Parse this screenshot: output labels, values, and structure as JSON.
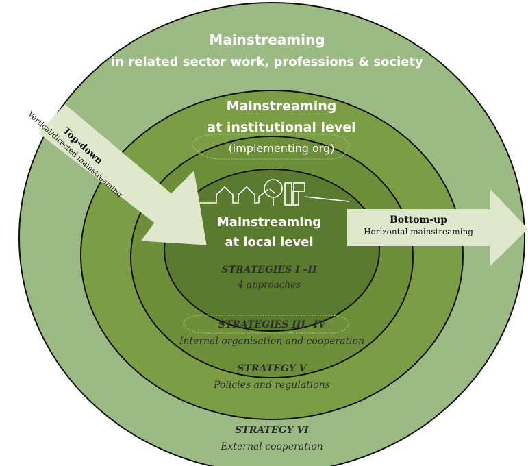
{
  "outer_ring": {
    "title_line1": "Mainstreaming",
    "title_line2": "in related sector work, professions & society",
    "strategy": "STRATEGY VI",
    "strategy_desc": "External cooperation"
  },
  "institutional_ring": {
    "title_line1": "Mainstreaming",
    "title_line2": "at institutional level",
    "subtitle": "(implementing org)",
    "strategy_a": "STRATEGIES III –IV",
    "strategy_a_desc": "Internal organisation and cooperation",
    "strategy_b": "STRATEGY V",
    "strategy_b_desc": "Policies and regulations"
  },
  "local_core": {
    "title_line1": "Mainstreaming",
    "title_line2": "at local level",
    "strategy": "STRATEGIES I –II",
    "strategy_desc": "4 approaches"
  },
  "top_down_arrow": {
    "title": "Top-down",
    "subtitle": "Vertical/directed mainstreaming"
  },
  "bottom_up_arrow": {
    "title": "Bottom-up",
    "subtitle": "Horizontal mainstreaming"
  },
  "colors": {
    "outer_ring": "#9cbb84",
    "institutional_ring": "#7a9d45",
    "middle_ring": "#6e8f3a",
    "local_core": "#5a7a30",
    "arrow": "#dfe8cc",
    "stroke": "#111111"
  }
}
